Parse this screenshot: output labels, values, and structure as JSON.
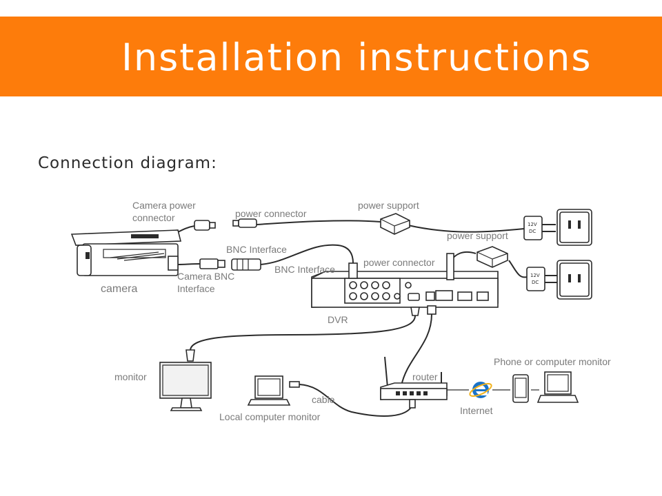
{
  "header": {
    "title": "Installation instructions",
    "accent": "#fd7c0b"
  },
  "subtitle": "Connection diagram:",
  "labels": {
    "camera_power_1": "Camera power",
    "camera_power_2": "connector",
    "power_connector_top": "power connector",
    "power_support_top": "power support",
    "power_support_mid": "power support",
    "bnc_interface_top": "BNC Interface",
    "bnc_interface_bottom": "BNC Interface",
    "power_connector_dvr": "power connector",
    "camera_bnc_1": "Camera BNC",
    "camera_bnc_2": "Interface",
    "camera": "camera",
    "dvr": "DVR",
    "monitor": "monitor",
    "router": "router",
    "phone_monitor": "Phone or computer monitor",
    "cable": "cable",
    "local_monitor": "Local computer monitor",
    "internet": "Internet",
    "adapter_text_1": "12V",
    "adapter_text_2": "DC"
  },
  "icons": [
    "camera-icon",
    "dvr-icon",
    "monitor-icon",
    "laptop-icon",
    "router-icon",
    "internet-explorer-icon",
    "phone-icon",
    "power-adapter-icon",
    "wall-outlet-icon",
    "bnc-connector-icon"
  ]
}
